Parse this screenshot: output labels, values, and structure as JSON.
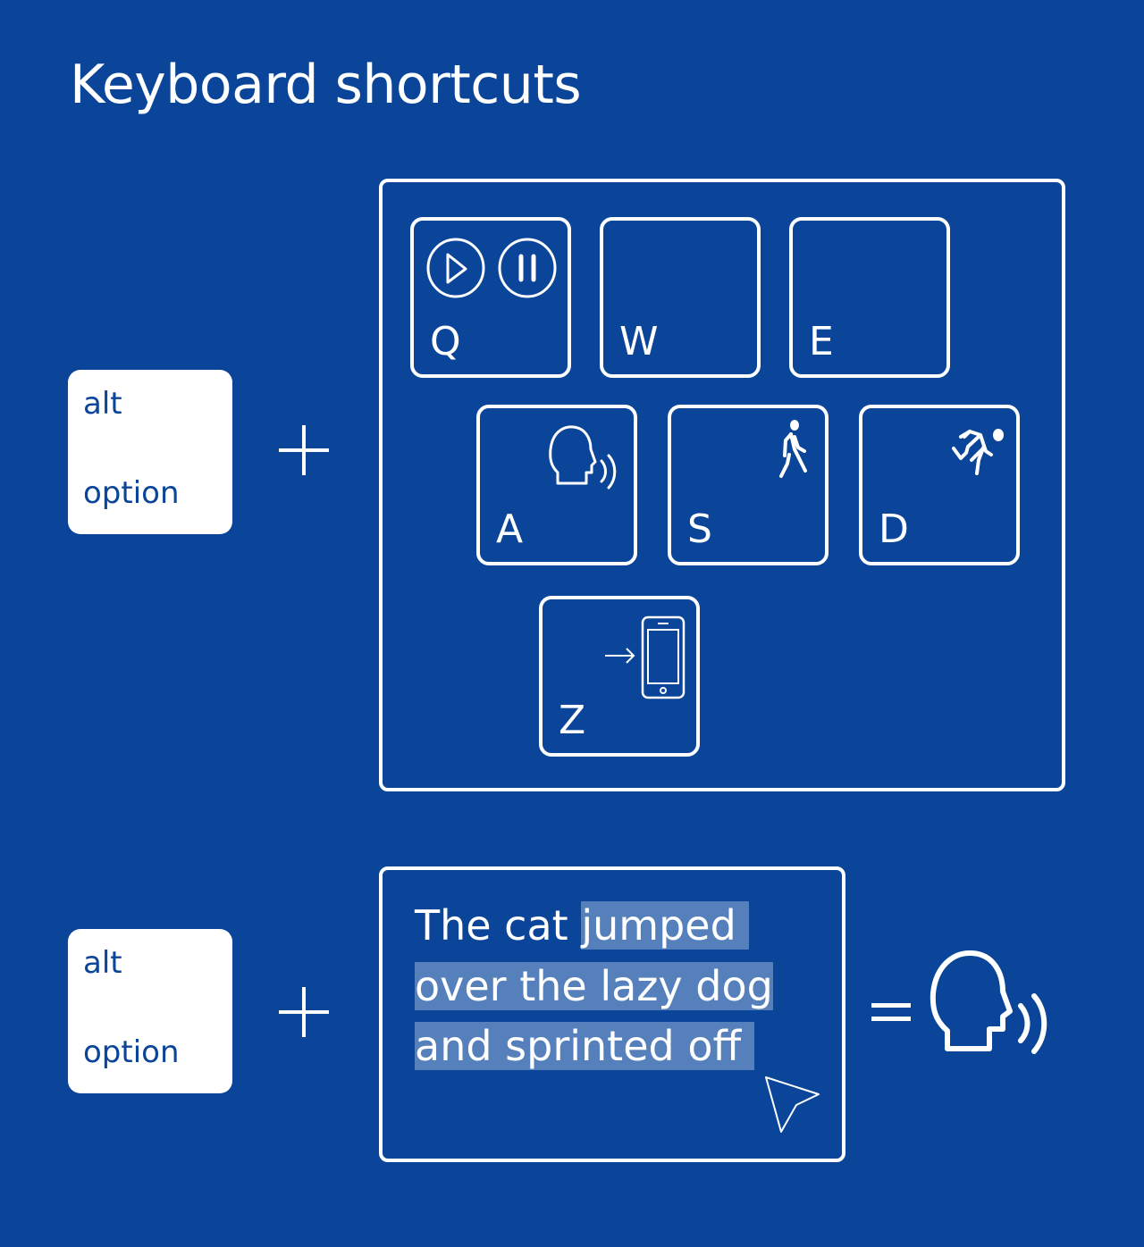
{
  "title": "Keyboard shortcuts",
  "modifier_key": {
    "line1": "alt",
    "line2": "option"
  },
  "keys": [
    {
      "letter": "Q",
      "icon": "play-pause-icon"
    },
    {
      "letter": "W",
      "icon": ""
    },
    {
      "letter": "E",
      "icon": ""
    },
    {
      "letter": "A",
      "icon": "speaking-head-icon"
    },
    {
      "letter": "S",
      "icon": "walking-person-icon"
    },
    {
      "letter": "D",
      "icon": "running-person-icon"
    },
    {
      "letter": "Z",
      "icon": "send-to-phone-icon"
    }
  ],
  "example_text": {
    "line1_plain": "The cat ",
    "line1_highlight": "jumped ",
    "line2_highlight": "over the lazy dog",
    "line3_highlight": "and sprinted off "
  },
  "colors": {
    "background": "#0a4599",
    "highlight": "#5580bb",
    "foreground": "#ffffff"
  }
}
